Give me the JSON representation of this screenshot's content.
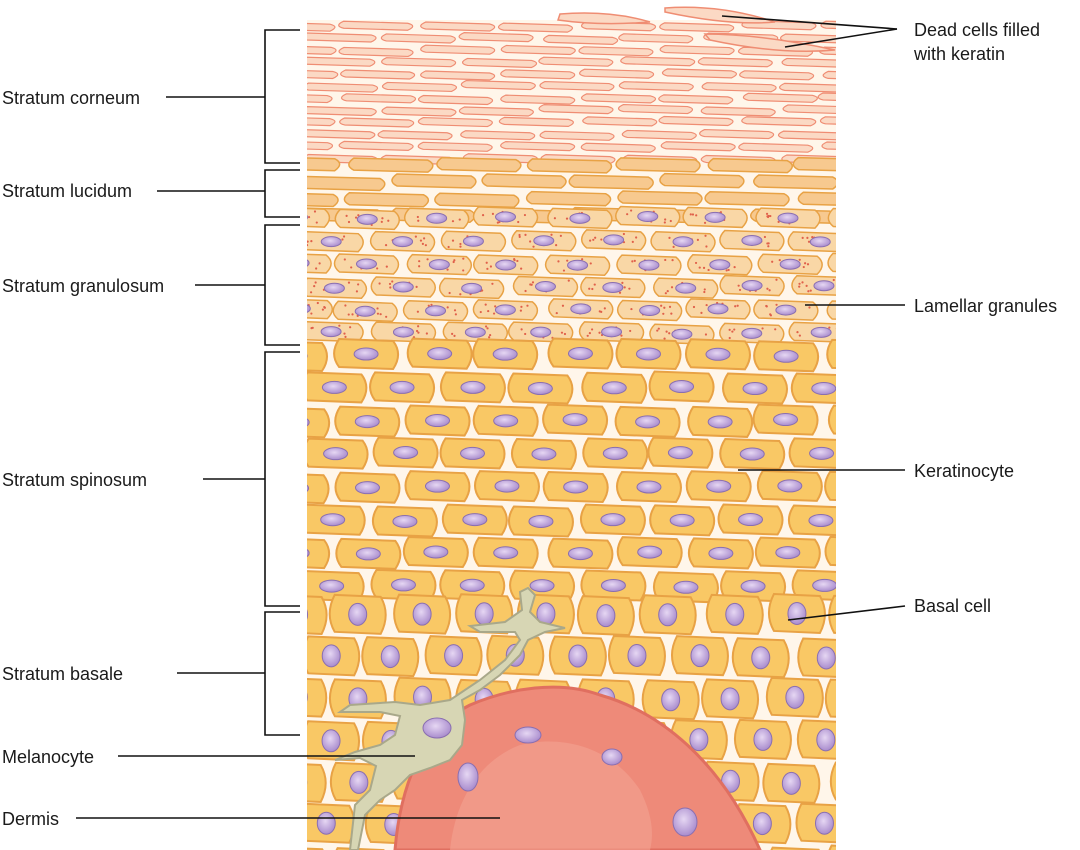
{
  "layers": {
    "corneum": "Stratum corneum",
    "lucidum": "Stratum lucidum",
    "granulosum": "Stratum granulosum",
    "spinosum": "Stratum spinosum",
    "basale": "Stratum basale"
  },
  "structures": {
    "melanocyte": "Melanocyte",
    "dermis": "Dermis",
    "dead_cells_line1": "Dead cells filled",
    "dead_cells_line2": "with keratin",
    "lamellar_granules": "Lamellar granules",
    "keratinocyte": "Keratinocyte",
    "basal_cell": "Basal cell"
  },
  "colors": {
    "corneum_cell": "#fbd9c4",
    "corneum_outline": "#ef8d73",
    "lucidum_cell": "#f7c98f",
    "granulosum_cell": "#f9d7a6",
    "spinosum_cell": "#f9c865",
    "cell_outline": "#e8a245",
    "nucleus": "#cbb2e2",
    "dermis": "#ee8a79",
    "melanocyte": "#d7d6b4"
  }
}
